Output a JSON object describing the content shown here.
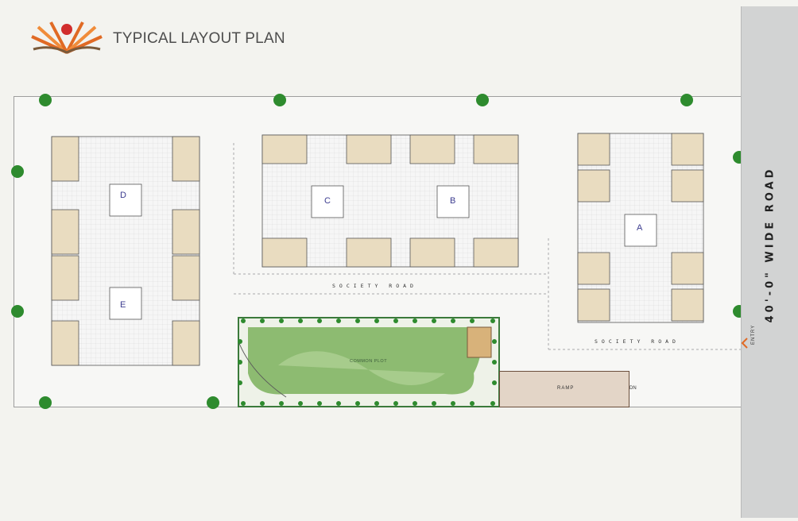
{
  "header": {
    "title": "TYPICAL LAYOUT PLAN",
    "logo_colors": [
      "#e06a24",
      "#f08c3a",
      "#d12d2d",
      "#7a5a3a"
    ]
  },
  "road": {
    "label": "40'-0\" WIDE ROAD",
    "entry_label": "ENTRY"
  },
  "site": {
    "society_road_1": "SOCIETY ROAD",
    "society_road_2": "SOCIETY ROAD",
    "common_plot": "COMMON PLOT",
    "ramp": "RAMP",
    "ramp_dn": "DN"
  },
  "wings": {
    "a": "A",
    "b": "B",
    "c": "C",
    "d": "D",
    "e": "E"
  },
  "colors": {
    "unit_fill": "#e9dcc0",
    "unit_stroke": "#555555",
    "lobby_fill": "#f4f4f4",
    "grass": "#7fb069",
    "tree": "#2e8b2e",
    "road_strip": "#d2d3d3"
  },
  "icons": [
    "logo-icon",
    "tree-icon",
    "entry-arrow-icon"
  ]
}
